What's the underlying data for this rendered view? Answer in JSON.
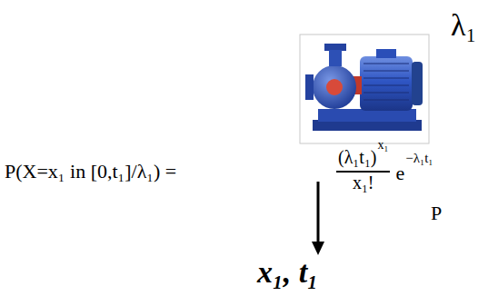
{
  "diagram": {
    "labels": [
      "λ₁",
      "P(X=x₁ in [0,t₁]/λ₁) =",
      "(λ₁t₁)",
      "x₁",
      "x₁!",
      "e",
      "−λ₁t₁",
      "P",
      "x₁, t₁"
    ]
  }
}
